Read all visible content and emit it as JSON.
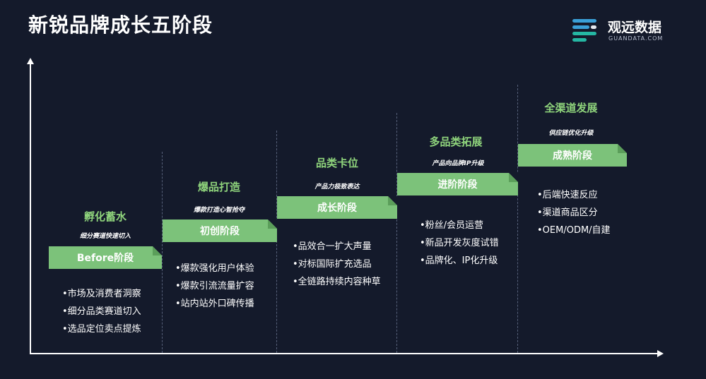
{
  "title": "新锐品牌成长五阶段",
  "logo": {
    "name": "观远数据",
    "sub": "GUANDATA.COM",
    "colors": [
      "#3aa0d8",
      "#25b7a3",
      "#e6e9ef"
    ]
  },
  "accent_color": "#8fd47c",
  "badge_color": "#7cc27a",
  "stages": [
    {
      "title": "孵化蓄水",
      "subtitle": "细分赛道快速切入",
      "badge": "Before阶段",
      "bullets": [
        "•市场及消费者洞察",
        "•细分品类赛道切入",
        "•选品定位卖点提炼"
      ]
    },
    {
      "title": "爆品打造",
      "subtitle": "爆款打造心智抢夺",
      "badge": "初创阶段",
      "bullets": [
        "•爆款强化用户体验",
        "•爆款引流流量扩容",
        "•站内站外口碑传播"
      ]
    },
    {
      "title": "品类卡位",
      "subtitle": "产品力极致表达",
      "badge": "成长阶段",
      "bullets": [
        "•品效合一扩大声量",
        "•对标国际扩充选品",
        "•全链路持续内容种草"
      ]
    },
    {
      "title": "多品类拓展",
      "subtitle": "产品向品牌IP升级",
      "badge": "进阶阶段",
      "bullets": [
        "•粉丝/会员运营",
        "•新品开发灰度试错",
        "•品牌化、IP化升级"
      ]
    },
    {
      "title": "全渠道发展",
      "subtitle": "供应链优化升级",
      "badge": "成熟阶段",
      "bullets": [
        "•后端快速反应",
        "•渠道商品区分",
        "•OEM/ODM/自建"
      ]
    }
  ]
}
